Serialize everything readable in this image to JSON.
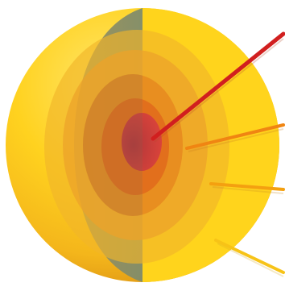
{
  "diagram": {
    "title": "",
    "layers": [
      {
        "id": "crust",
        "color": "#f4bd25"
      },
      {
        "id": "upper-mantle",
        "color": "#f6b11e"
      },
      {
        "id": "lower-mantle",
        "color": "#ef9c1d"
      },
      {
        "id": "outer-core",
        "color": "#e97b1a"
      },
      {
        "id": "inner-core",
        "color": "#d6332a"
      }
    ],
    "pointers": [
      {
        "id": "inner-core-pointer",
        "color": "#d21f1f"
      },
      {
        "id": "outer-core-pointer",
        "color": "#f08a12"
      },
      {
        "id": "mantle-pointer",
        "color": "#f5a512"
      },
      {
        "id": "crust-pointer",
        "color": "#f8c51a"
      }
    ],
    "colors": {
      "sphere_light": "#ffd21f",
      "sphere_mid": "#f9bc1c",
      "sphere_dark": "#e49a16",
      "cutaway_shadow": "#8c8a63",
      "background": "#ffffff"
    }
  }
}
